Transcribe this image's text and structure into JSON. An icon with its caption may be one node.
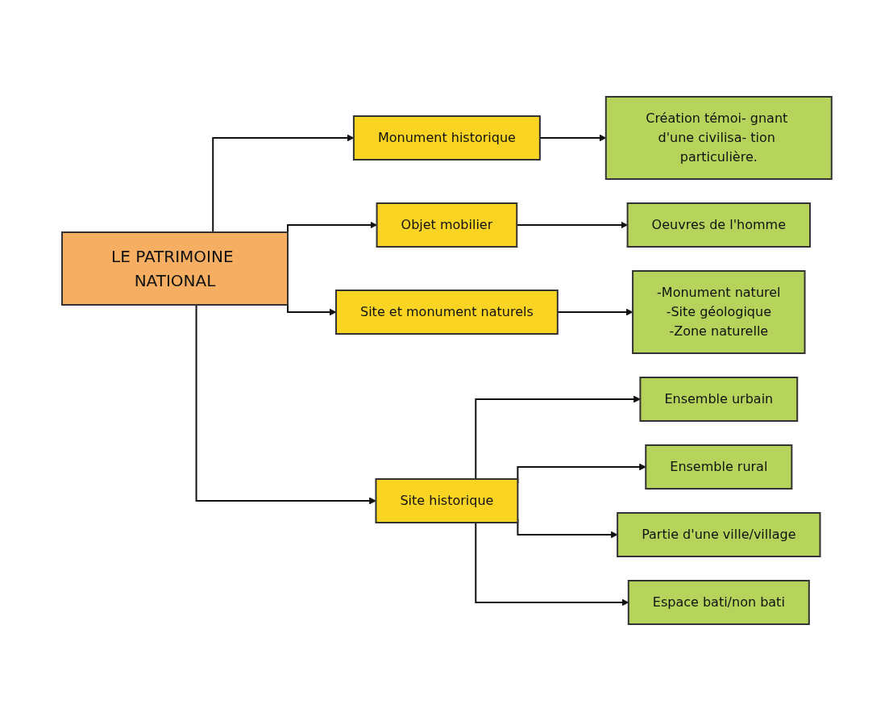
{
  "diagram": {
    "nodes": [
      {
        "text": [
          "LE PATRIMOINE NATIONAL"
        ]
      },
      {
        "text": [
          "Monument historique"
        ]
      },
      {
        "text": [
          "Création témoi- gnant d'une civilisa- tion particulière."
        ]
      },
      {
        "text": [
          "Objet mobilier"
        ]
      },
      {
        "text": [
          "Oeuvres de l'homme"
        ]
      },
      {
        "text": [
          "Site et monument naturels"
        ]
      },
      {
        "text": [
          "-Monument naturel",
          "-Site géologique",
          "-Zone naturelle"
        ]
      },
      {
        "text": [
          "Site historique"
        ]
      },
      {
        "text": [
          "Ensemble urbain"
        ]
      },
      {
        "text": [
          "Ensemble rural"
        ]
      },
      {
        "text": [
          "Partie d'une ville/village"
        ]
      },
      {
        "text": [
          "Espace bati/non bati"
        ]
      }
    ],
    "edges": [
      {
        "from": 0,
        "to": 1,
        "arrow": "to"
      },
      {
        "from": 0,
        "to": 3,
        "arrow": "to"
      },
      {
        "from": 0,
        "to": 5,
        "arrow": "to"
      },
      {
        "from": 0,
        "to": 7,
        "arrow": "to"
      },
      {
        "from": 1,
        "to": 2,
        "arrow": "to"
      },
      {
        "from": 3,
        "to": 4,
        "arrow": "to"
      },
      {
        "from": 5,
        "to": 6,
        "arrow": "to"
      },
      {
        "from": 7,
        "to": 8,
        "arrow": "to"
      },
      {
        "from": 7,
        "to": 9,
        "arrow": "to"
      },
      {
        "from": 7,
        "to": 10,
        "arrow": "to"
      },
      {
        "from": 7,
        "to": 11,
        "arrow": "to"
      }
    ]
  }
}
